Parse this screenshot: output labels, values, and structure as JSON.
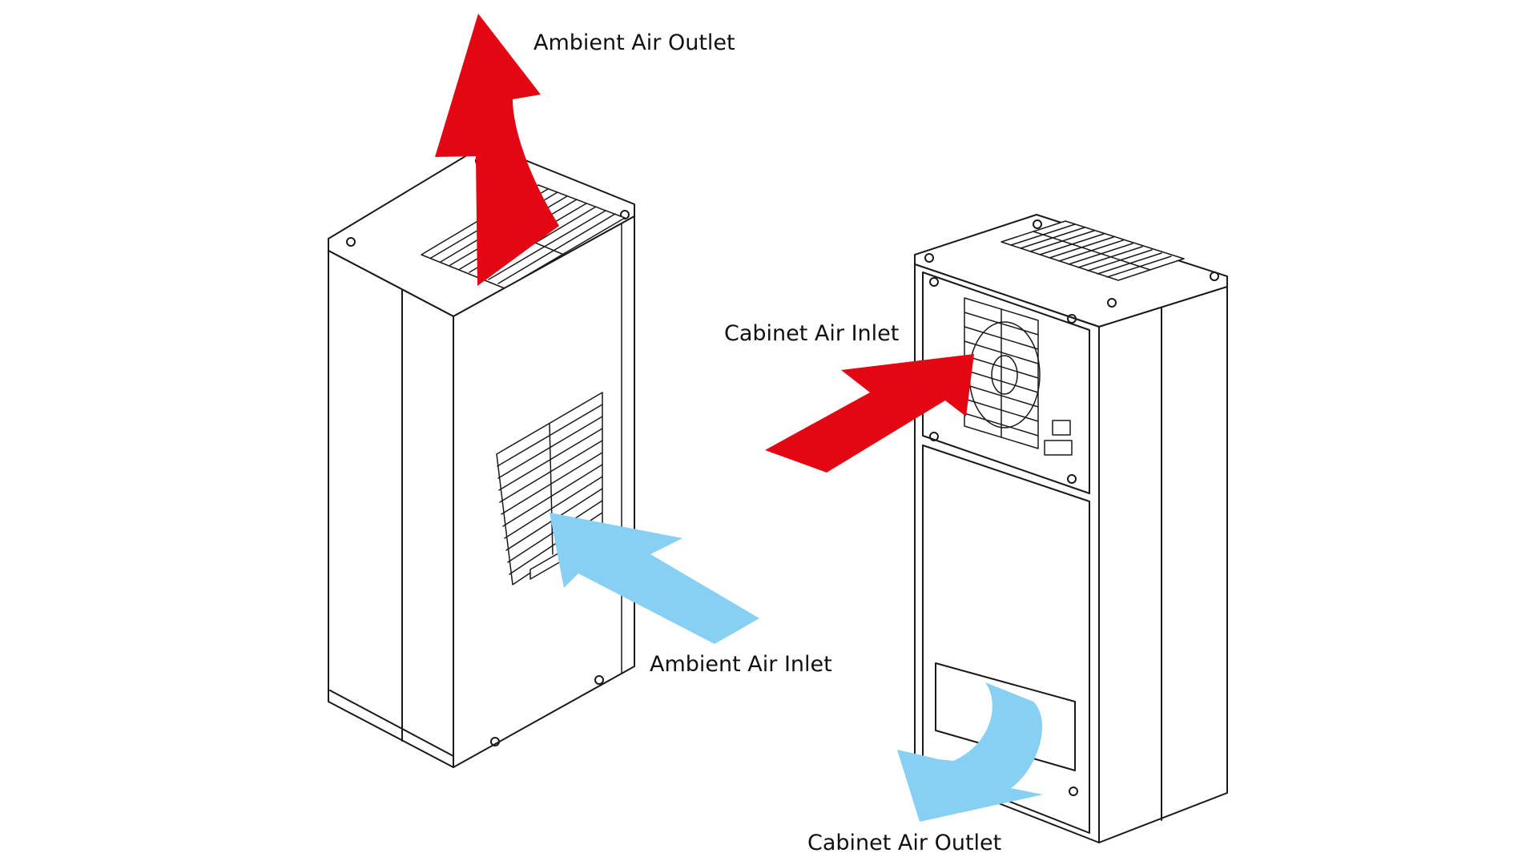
{
  "labels": {
    "ambient_air_outlet": "Ambient Air Outlet",
    "cabinet_air_inlet": "Cabinet Air Inlet",
    "ambient_air_inlet": "Ambient Air Inlet",
    "cabinet_air_outlet": "Cabinet Air Outlet"
  },
  "icons": {
    "hot_air": "red-arrow",
    "cool_air": "blue-arrow"
  },
  "colors": {
    "hot_air": "#e30613",
    "cool_air": "#87cff3",
    "outline": "#1a1a1a",
    "background": "#ffffff"
  }
}
